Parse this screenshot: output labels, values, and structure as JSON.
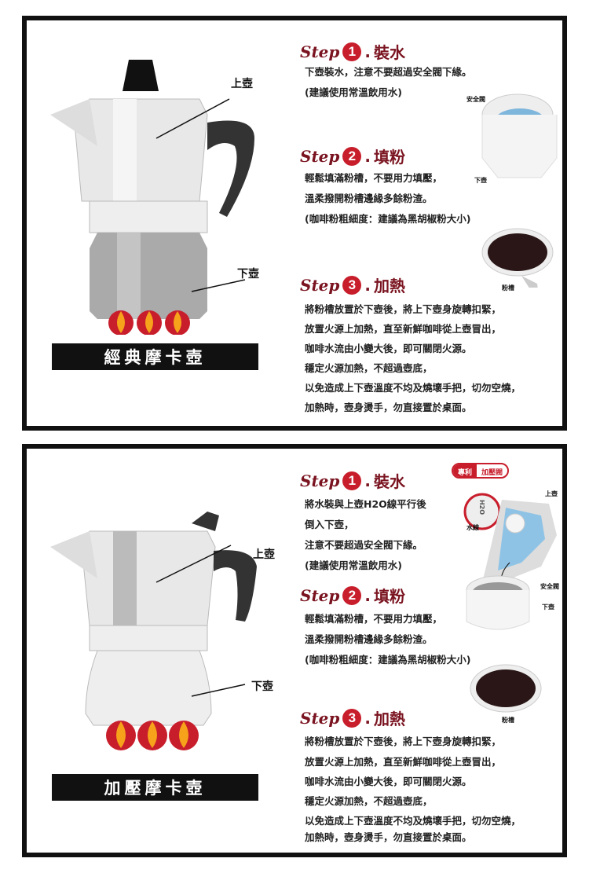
{
  "classic": {
    "title": "經典摩卡壺",
    "labels": {
      "upper": "上壺",
      "lower": "下壺"
    },
    "steps": [
      {
        "script": "Step",
        "num": "1",
        "name": "裝水",
        "lines": [
          "下壺裝水，注意不要超過安全閥下緣。",
          "(建議使用常溫飲用水)"
        ]
      },
      {
        "script": "Step",
        "num": "2",
        "name": "填粉",
        "lines": [
          "輕鬆填滿粉槽，不要用力填壓，",
          "溫柔撥開粉槽邊緣多餘粉渣。",
          "(咖啡粉粗細度：建議為黑胡椒粉大小)"
        ]
      },
      {
        "script": "Step",
        "num": "3",
        "name": "加熱",
        "lines": [
          "將粉槽放置於下壺後，將上下壺身旋轉扣緊，",
          "放置火源上加熱，直至新鮮咖啡從上壺冒出，",
          "咖啡水流由小變大後，即可關閉火源。",
          "穩定火源加熱，不超過壺底，",
          "以免造成上下壺溫度不均及燒壞手把，切勿空燒，",
          "加熱時，壺身燙手，勿直接置於桌面。"
        ]
      }
    ],
    "diagram_labels": {
      "valve": "安全閥",
      "lower": "下壺",
      "basket": "粉槽"
    }
  },
  "pressure": {
    "title": "加壓摩卡壺",
    "labels": {
      "upper": "上壺",
      "lower": "下壺"
    },
    "steps": [
      {
        "script": "Step",
        "num": "1",
        "name": "裝水",
        "lines": [
          "將水裝與上壺H2O線平行後",
          "倒入下壺，",
          "注意不要超過安全閥下緣。",
          "(建議使用常溫飲用水)"
        ]
      },
      {
        "script": "Step",
        "num": "2",
        "name": "填粉",
        "lines": [
          "輕鬆填滿粉槽，不要用力填壓，",
          "溫柔撥開粉槽邊緣多餘粉渣。",
          "(咖啡粉粗細度：建議為黑胡椒粉大小)"
        ]
      },
      {
        "script": "Step",
        "num": "3",
        "name": "加熱",
        "lines": [
          "將粉槽放置於下壺後，將上下壺身旋轉扣緊，",
          "放置火源上加熱，直至新鮮咖啡從上壺冒出，",
          "咖啡水流由小變大後，即可關閉火源。",
          "穩定火源加熱，不超過壺底，",
          "以免造成上下壺溫度不均及燒壞手把，切勿空燒，",
          "加熱時，壺身燙手，勿直接置於桌面。"
        ]
      }
    ],
    "diagram_labels": {
      "patent": "專利",
      "pvalve": "加壓閥",
      "h2o": "H2O",
      "waterline": "水線",
      "upper": "上壺",
      "valve": "安全閥",
      "lower": "下壺",
      "basket": "粉槽"
    }
  },
  "colors": {
    "accent": "#c81e2c",
    "heading": "#7a1420"
  }
}
